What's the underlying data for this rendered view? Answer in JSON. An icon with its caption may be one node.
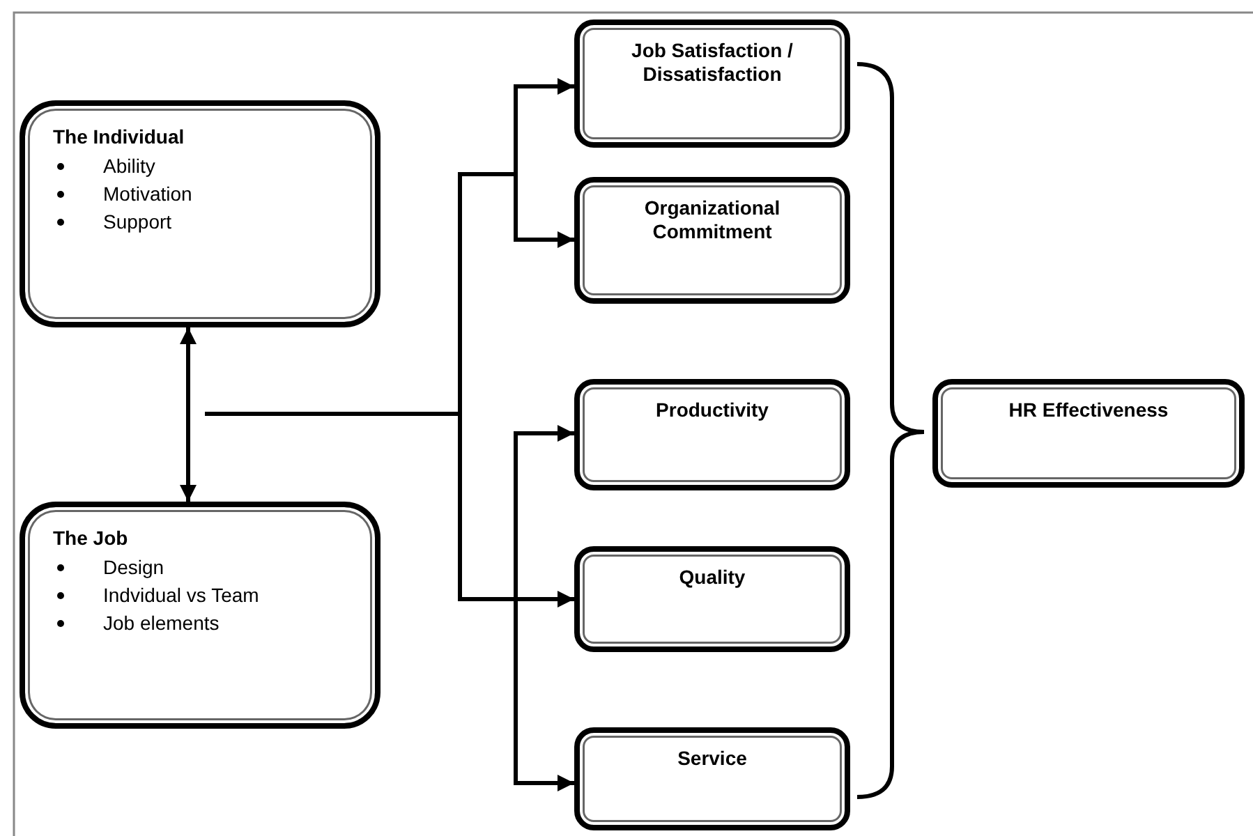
{
  "diagram": {
    "nodes": [
      {
        "text": [
          "The Individual",
          "Ability",
          "Motivation",
          "Support"
        ]
      },
      {
        "text": [
          "The Job",
          "Design",
          "Indvidual vs Team",
          "Job elements"
        ]
      },
      {
        "text": [
          "Job Satisfaction / Dissatisfaction"
        ]
      },
      {
        "text": [
          "Organizational Commitment"
        ]
      },
      {
        "text": [
          "Productivity"
        ]
      },
      {
        "text": [
          "Quality"
        ]
      },
      {
        "text": [
          "Service"
        ]
      },
      {
        "text": [
          "HR Effectiveness"
        ]
      }
    ],
    "edges": [
      {
        "from": 0,
        "to": 1,
        "arrow": "both"
      },
      {
        "from": null,
        "to": 2,
        "arrow": "to"
      },
      {
        "from": null,
        "to": 3,
        "arrow": "to"
      },
      {
        "from": null,
        "to": 4,
        "arrow": "to"
      },
      {
        "from": null,
        "to": 5,
        "arrow": "to"
      },
      {
        "from": null,
        "to": 6,
        "arrow": "to"
      }
    ]
  }
}
